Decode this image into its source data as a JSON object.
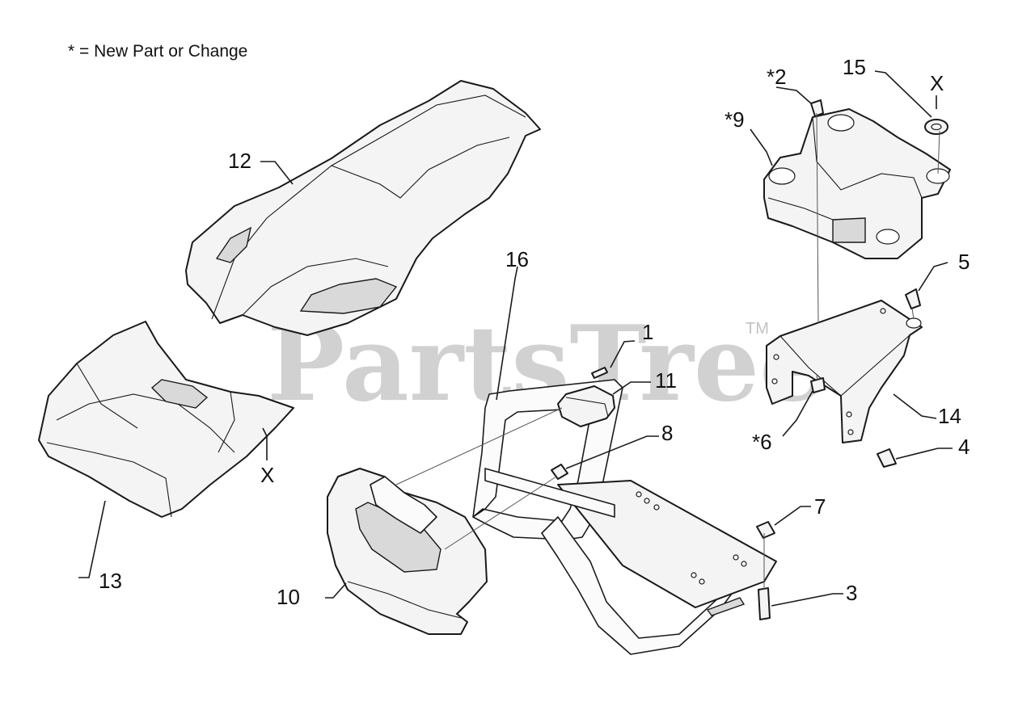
{
  "legend": "* = New Part or Change",
  "watermark": {
    "text": "PartsTree",
    "mark": "TM"
  },
  "callouts": {
    "c1": "1",
    "c2": "*2",
    "c3": "3",
    "c4": "4",
    "c5": "5",
    "c6": "*6",
    "c7": "7",
    "c8": "8",
    "c9": "*9",
    "c10": "10",
    "c11": "11",
    "c12": "12",
    "c13": "13",
    "c14": "14",
    "c15": "15",
    "c16": "16",
    "x_upper": "X",
    "x_lower": "X"
  }
}
